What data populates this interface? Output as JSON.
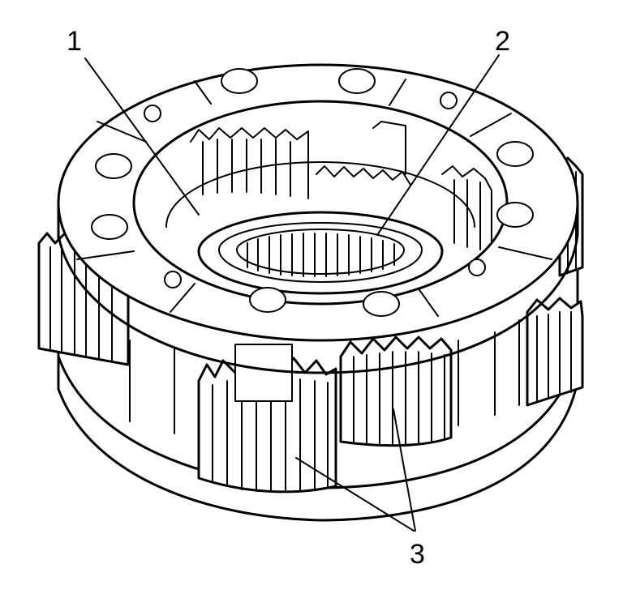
{
  "callouts": {
    "label_1": "1",
    "label_2": "2",
    "label_3": "3"
  },
  "colors": {
    "line": "#000000",
    "background": "#ffffff"
  }
}
